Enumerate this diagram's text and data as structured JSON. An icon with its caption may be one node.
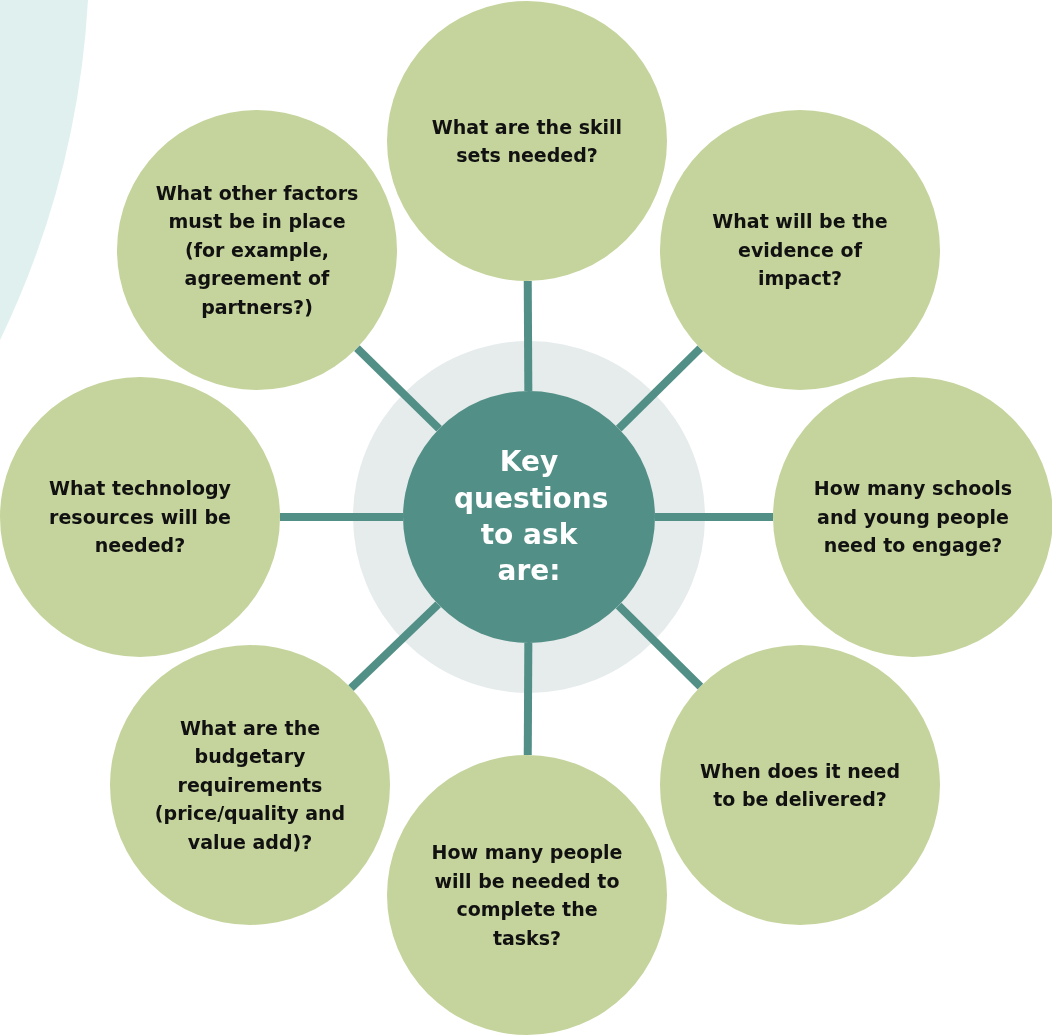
{
  "diagram": {
    "nodes": [
      {
        "text": [
          "Key questions to ask are:"
        ]
      },
      {
        "text": [
          "What are the skill sets needed?"
        ]
      },
      {
        "text": [
          "What will be the evidence of impact?"
        ]
      },
      {
        "text": [
          "How many schools and young people need to engage?"
        ]
      },
      {
        "text": [
          "When does it need to be delivered?"
        ]
      },
      {
        "text": [
          "How many people will be needed to complete the tasks?"
        ]
      },
      {
        "text": [
          "What are the budgetary requirements (price/quality and value add)?"
        ]
      },
      {
        "text": [
          "What technology resources will be needed?"
        ]
      },
      {
        "text": [
          "What other factors must be in place (for example, agreement of partners?)"
        ]
      }
    ],
    "edges": [
      {
        "from": 0,
        "to": 1,
        "arrow": "none"
      },
      {
        "from": 0,
        "to": 2,
        "arrow": "none"
      },
      {
        "from": 0,
        "to": 3,
        "arrow": "none"
      },
      {
        "from": 0,
        "to": 4,
        "arrow": "none"
      },
      {
        "from": 0,
        "to": 5,
        "arrow": "none"
      },
      {
        "from": 0,
        "to": 6,
        "arrow": "none"
      },
      {
        "from": 0,
        "to": 7,
        "arrow": "none"
      },
      {
        "from": 0,
        "to": 8,
        "arrow": "none"
      }
    ]
  }
}
